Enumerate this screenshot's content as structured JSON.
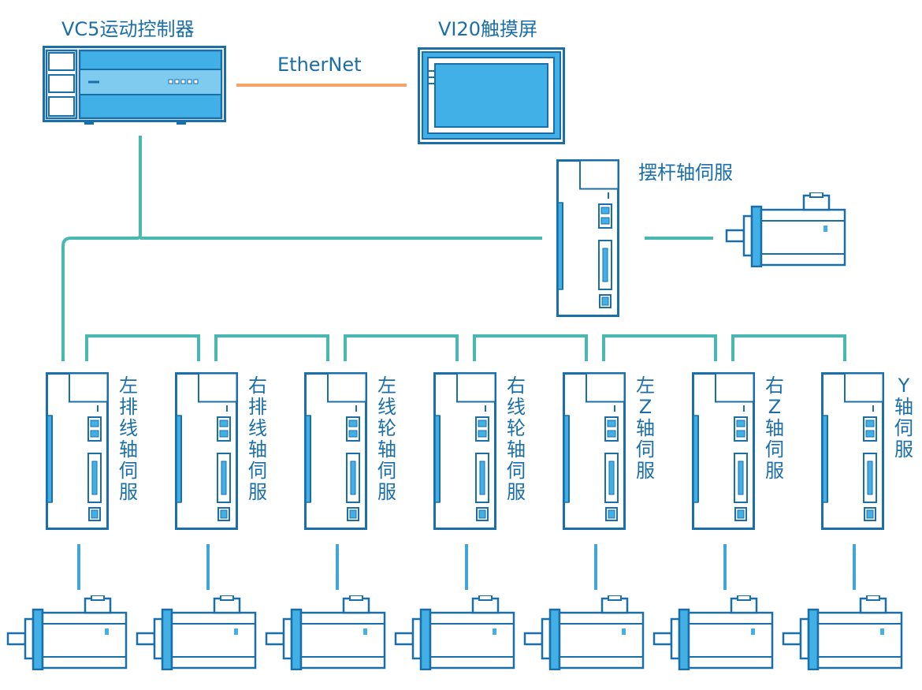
{
  "labels": {
    "controller": "VC5运动控制器",
    "touchscreen": "VI20触摸屏",
    "link": "EtherNet",
    "swing_servo": "摆杆轴伺服"
  },
  "servos": [
    {
      "label": "左排线轴伺服"
    },
    {
      "label": "右排线轴伺服"
    },
    {
      "label": "左线轮轴伺服"
    },
    {
      "label": "右线轮轴伺服"
    },
    {
      "label": "左Z轴伺服"
    },
    {
      "label": "右Z轴伺服"
    },
    {
      "label": "Y轴伺服"
    }
  ],
  "colors": {
    "line_bus": "#49b8b0",
    "line_ethernet": "#f3a46a",
    "line_motor": "#3fa6d8",
    "device_outline": "#1b6fa8",
    "device_fill": "#ffffff",
    "accent_blue": "#40b0e6",
    "text": "#1b6fa8"
  }
}
